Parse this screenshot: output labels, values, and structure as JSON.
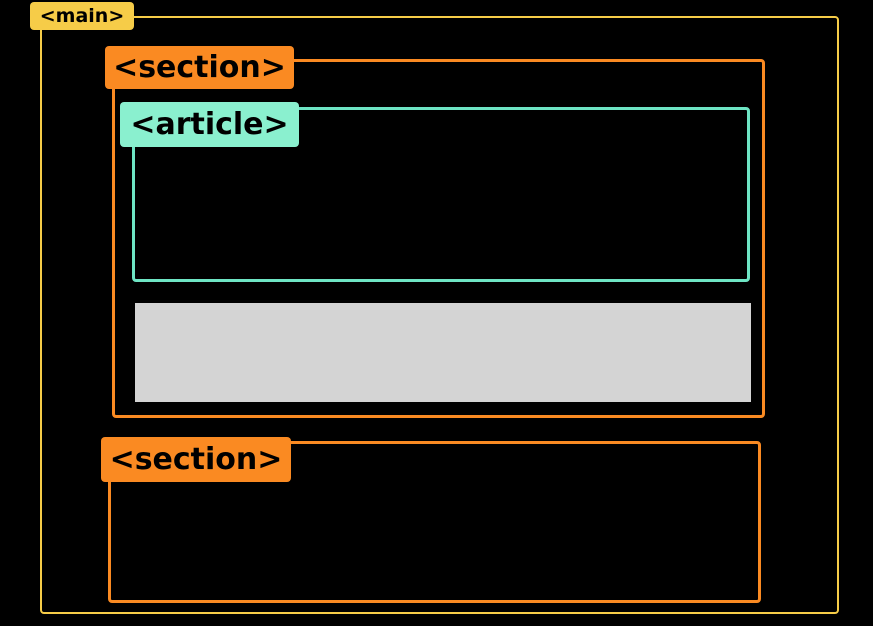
{
  "colors": {
    "background": "#000000",
    "main": "#f6cc48",
    "section": "#fa8a22",
    "article": "#8af0cf",
    "placeholder_block": "#d4d4d4"
  },
  "diagram": {
    "main": {
      "tag": "<main>"
    },
    "sections": [
      {
        "tag": "<section>",
        "article": {
          "tag": "<article>"
        }
      },
      {
        "tag": "<section>"
      }
    ]
  }
}
